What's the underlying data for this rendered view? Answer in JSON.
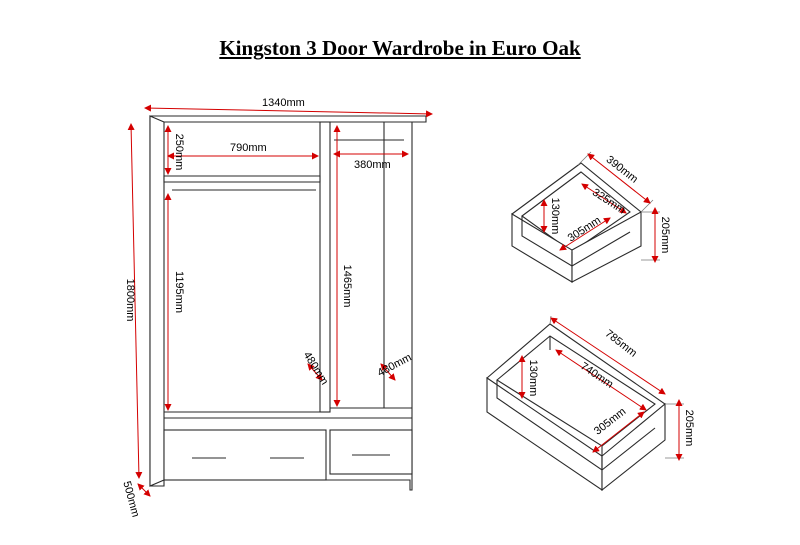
{
  "title": "Kingston 3 Door Wardrobe in Euro Oak",
  "wardrobe": {
    "width": "1340mm",
    "height": "1800mm",
    "left_rail_width": "790mm",
    "left_top_shelf": "250mm",
    "left_hanging": "1195mm",
    "right_rail_width": "380mm",
    "right_hanging": "1465mm",
    "left_depth": "480mm",
    "right_depth": "480mm",
    "base_depth": "500mm"
  },
  "small_drawer": {
    "outer_width": "390mm",
    "inner_width": "325mm",
    "inner_depth": "305mm",
    "inner_height": "130mm",
    "outer_height": "205mm"
  },
  "large_drawer": {
    "outer_width": "785mm",
    "inner_width": "740mm",
    "inner_depth": "305mm",
    "inner_height": "130mm",
    "outer_height": "205mm"
  },
  "colors": {
    "outline": "#2a2a2a",
    "dimension": "#d40000"
  }
}
